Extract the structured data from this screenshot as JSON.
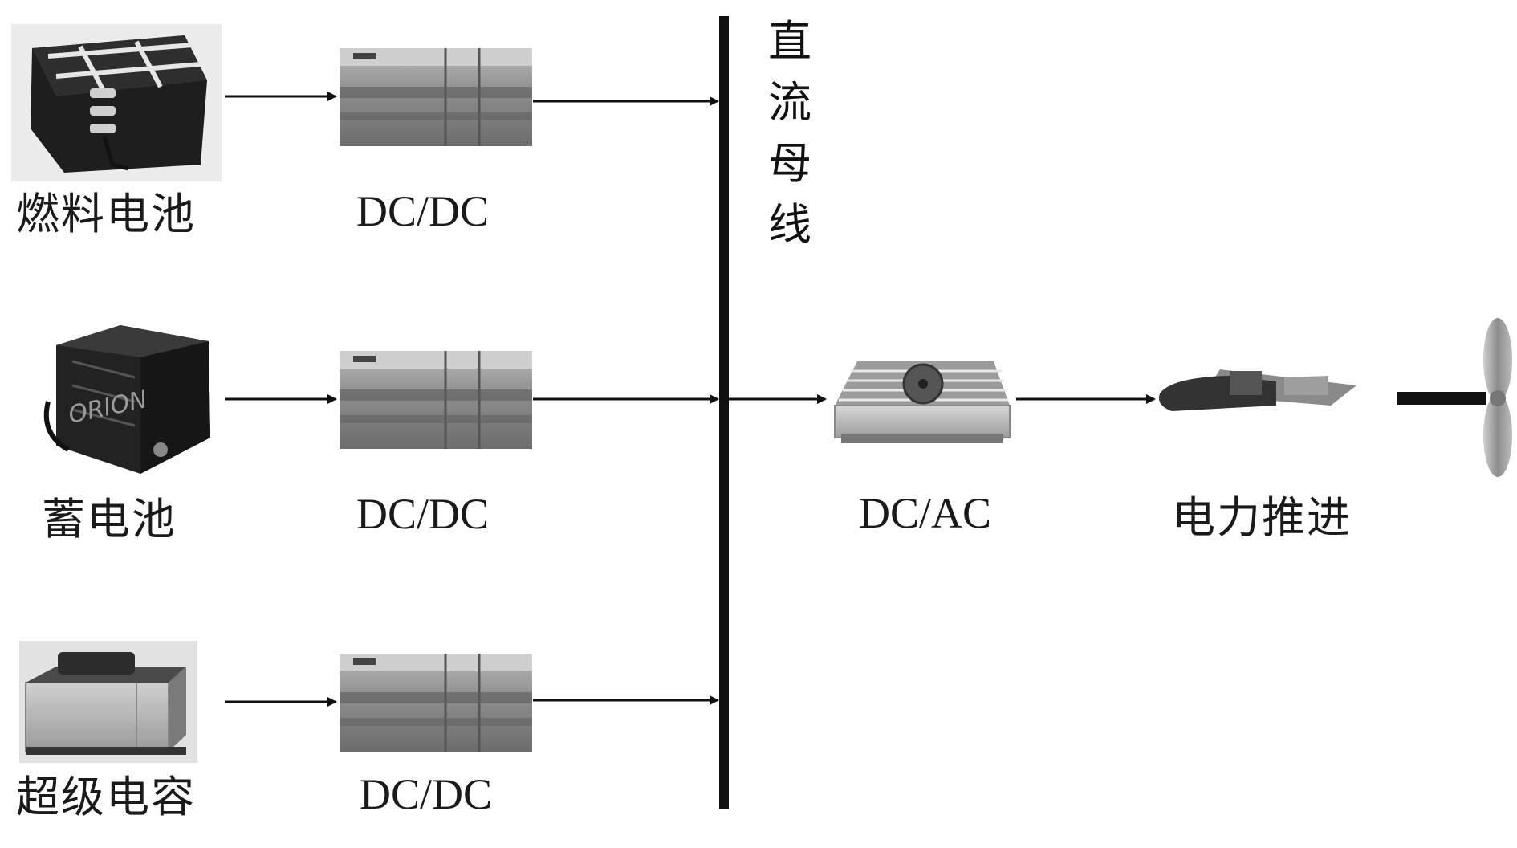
{
  "sources": [
    {
      "label": "燃料电池",
      "icon": "fuel-cell-stack-icon"
    },
    {
      "label": "蓄电池",
      "icon": "battery-pack-icon"
    },
    {
      "label": "超级电容",
      "icon": "supercapacitor-icon"
    }
  ],
  "converters": [
    {
      "label": "DC/DC",
      "icon": "dc-dc-converter-icon"
    },
    {
      "label": "DC/DC",
      "icon": "dc-dc-converter-icon"
    },
    {
      "label": "DC/DC",
      "icon": "dc-dc-converter-icon"
    }
  ],
  "bus": {
    "chars": [
      "直",
      "流",
      "母",
      "线"
    ]
  },
  "inverter": {
    "label": "DC/AC",
    "icon": "inverter-icon"
  },
  "propulsion": {
    "label": "电力推进",
    "icon": "propulsion-motor-icon"
  },
  "propeller": {
    "icon": "propeller-icon"
  }
}
